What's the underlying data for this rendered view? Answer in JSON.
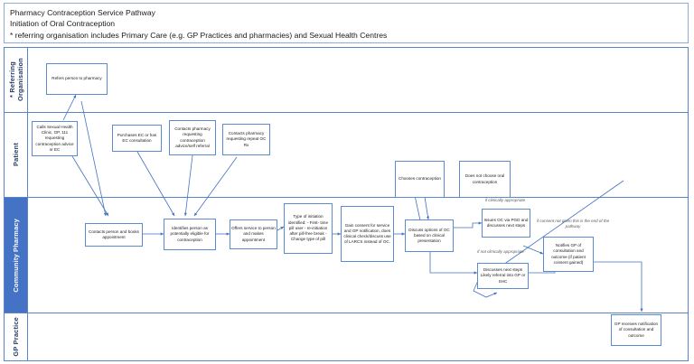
{
  "header": {
    "line1": "Pharmacy Contraception Service Pathway",
    "line2": "Initiation of Oral Contraception",
    "line3": "* referring organisation includes Primary Care (e.g. GP Practices and pharmacies) and Sexual Health Centres"
  },
  "lanes": [
    {
      "id": "referring-organisation",
      "label": "* Referring Organisation",
      "accent": false
    },
    {
      "id": "patient",
      "label": "Patient",
      "accent": false
    },
    {
      "id": "community-pharmacy",
      "label": "Community Pharmacy",
      "accent": true
    },
    {
      "id": "gp-practice",
      "label": "GP Practice",
      "accent": false
    }
  ],
  "nodes": {
    "refers_person": "Refers person to pharmacy",
    "calls_clinic": "Calls Sexual Health Clinic, GP, 111 requesting contraception advice or EC",
    "purchases_ec": "Purchases EC or has EC consultation",
    "contacts_advice": "Contacts pharmacy requesting contraception advice/self referral",
    "contacts_repeat": "Contacts pharmacy requesting repeat OC Rx",
    "chooses_contraception": "Chooses contraception",
    "does_not_choose": "Does not choose oral contraception",
    "contacts_books": "Contacts person and books appointment",
    "identifies_person": "Identifies person as potentially eligible for contraception",
    "offers_service": "Offers service to person and makes appointment",
    "type_initiation": "Type of initiation identified: - First- time pill user - re-initiation after pill-free break -Change type of pill",
    "gain_consent": "Gain consent for service and GP notification, does clinical check/discuss use of LARCS instead of OC.",
    "discuss_options": "Discuss options of OC based on clinical presentation",
    "issues_oc": "Issues OC via PGD and discusses next steps",
    "notifies_gp": "Notifies GP of consultation and outcome (if patient consent gained)",
    "discusses_next": "Discusses next steps Likely referral into GP or SHC",
    "gp_receives": "GP receives notification of consultation and outcome"
  },
  "annotations": {
    "if_clinically_appropriate": "if clinically appropriate",
    "if_not_clinically_appropriate": "if not clinically appropriate",
    "if_consent_not_given": "if consent not given this is the end of the pathway"
  },
  "colors": {
    "accent_lane": "#4472C4",
    "box_border": "#5B8BD0",
    "frame_border": "#5B84C4",
    "connector": "#4472C4"
  }
}
